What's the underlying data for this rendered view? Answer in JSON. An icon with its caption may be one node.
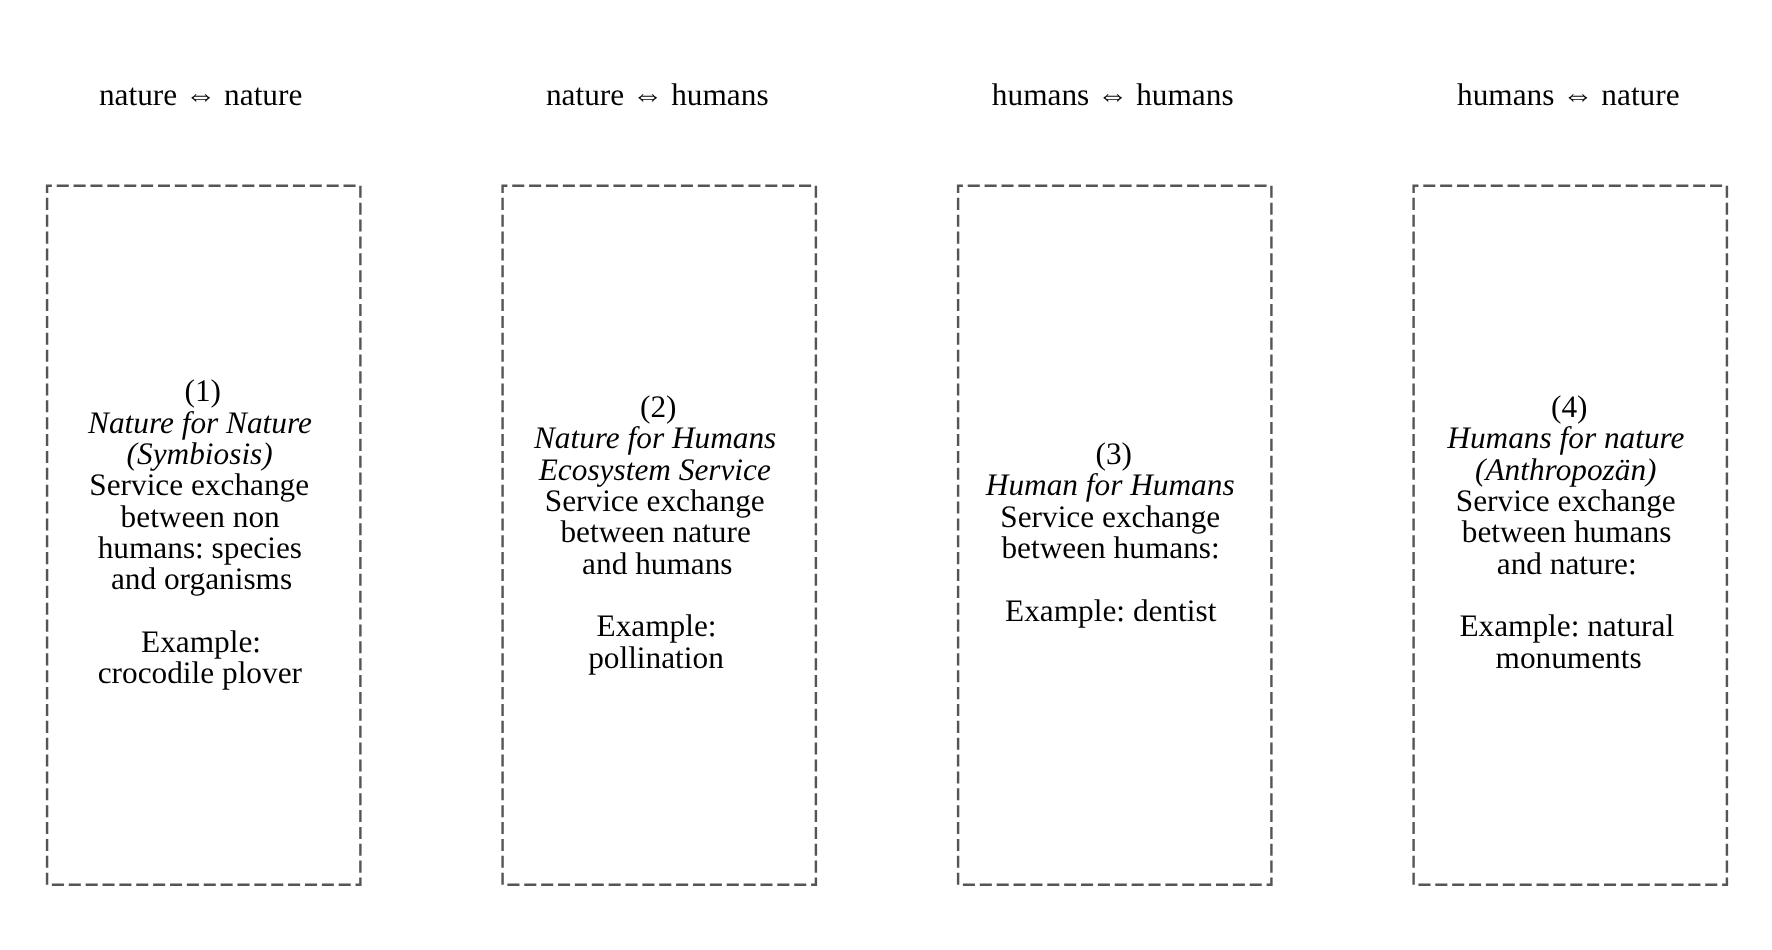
{
  "diagram": {
    "nodes": [
      {
        "text": [
          "nature ⇔ nature",
          "(1)",
          "Nature for Nature (Symbiosis)",
          "Service exchange between non humans: species and organisms",
          "Example: crocodile plover"
        ]
      },
      {
        "text": [
          "nature ⇔ humans",
          "(2)",
          "Nature for Humans Ecosystem Service",
          "Service exchange between nature and humans",
          "Example: pollination"
        ]
      },
      {
        "text": [
          "humans ⇔ humans",
          "(3)",
          "Human for Humans",
          "Service exchange between humans:",
          "Example: dentist"
        ]
      },
      {
        "text": [
          "humans ⇔ nature",
          "(4)",
          "Humans for nature (Anthropozän)",
          "Service exchange between humans and nature:",
          "Example: natural monuments"
        ]
      }
    ]
  }
}
